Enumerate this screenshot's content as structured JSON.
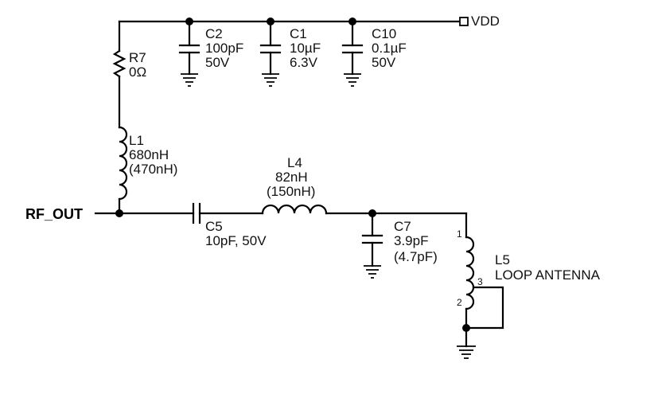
{
  "nets": {
    "vdd": "VDD",
    "rf_out": "RF_OUT"
  },
  "r7": {
    "ref": "R7",
    "value": "0Ω"
  },
  "l1": {
    "ref": "L1",
    "value": "680nH",
    "alt": "(470nH)"
  },
  "c2": {
    "ref": "C2",
    "value": "100pF",
    "rating": "50V"
  },
  "c1": {
    "ref": "C1",
    "value": "10µF",
    "rating": "6.3V"
  },
  "c10": {
    "ref": "C10",
    "value": "0.1µF",
    "rating": "50V"
  },
  "c5": {
    "ref": "C5",
    "value": "10pF, 50V"
  },
  "l4": {
    "ref": "L4",
    "value": "82nH",
    "alt": "(150nH)"
  },
  "c7": {
    "ref": "C7",
    "value": "3.9pF",
    "alt": "(4.7pF)"
  },
  "l5": {
    "ref": "L5",
    "value": "LOOP ANTENNA",
    "pin1": "1",
    "pin2": "2",
    "pin3": "3"
  }
}
